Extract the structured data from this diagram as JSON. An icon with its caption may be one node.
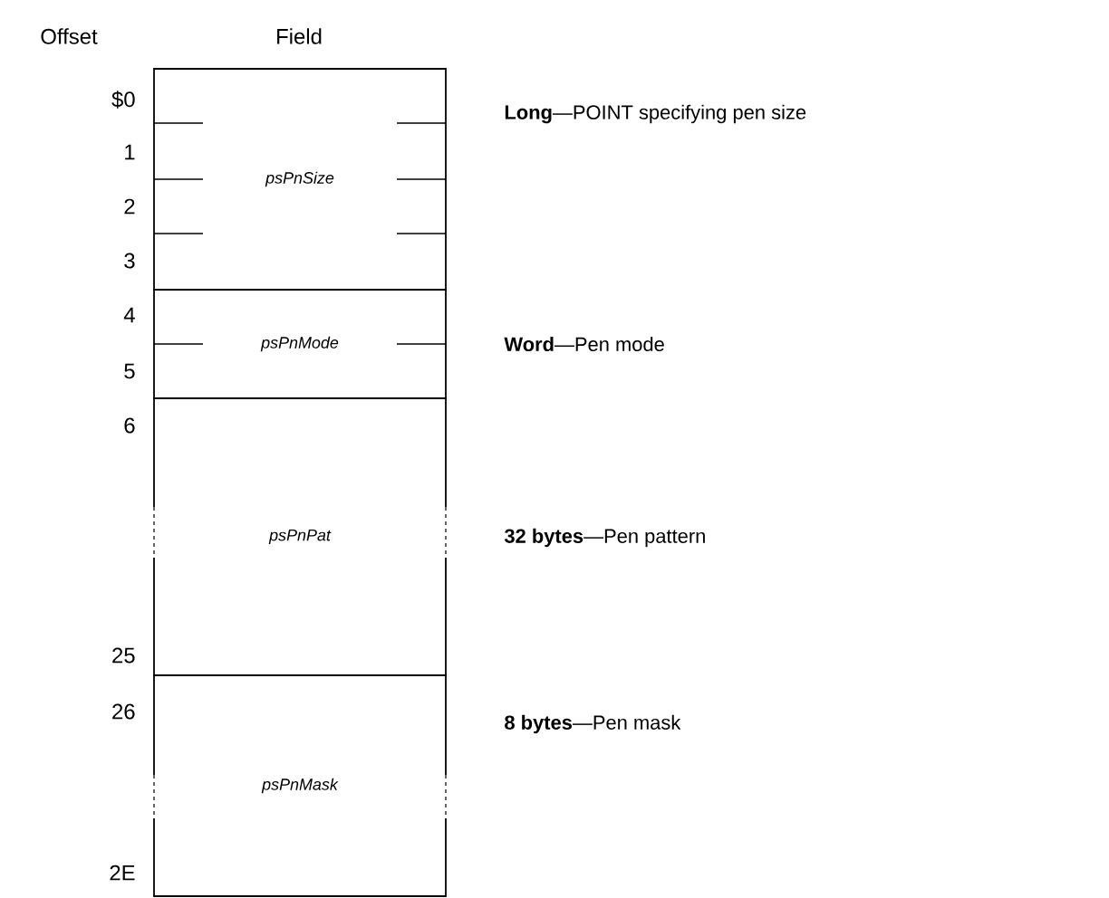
{
  "diagram": {
    "nodes": [
      {
        "text": [
          "psPnSize"
        ],
        "beside": [
          "**Long**—POINT specifying pen size"
        ]
      },
      {
        "text": [
          "psPnMode"
        ],
        "beside": [
          "**Word**—Pen mode"
        ]
      },
      {
        "text": [
          "psPnPat"
        ],
        "beside": [
          "**32 bytes**—Pen pattern"
        ]
      },
      {
        "text": [
          "psPnMask"
        ],
        "beside": [
          "**8 bytes**—Pen mask"
        ]
      }
    ],
    "labels": [
      "Offset",
      "Field",
      "$0",
      "1",
      "2",
      "3",
      "4",
      "5",
      "6",
      "25",
      "26",
      "2E"
    ]
  }
}
